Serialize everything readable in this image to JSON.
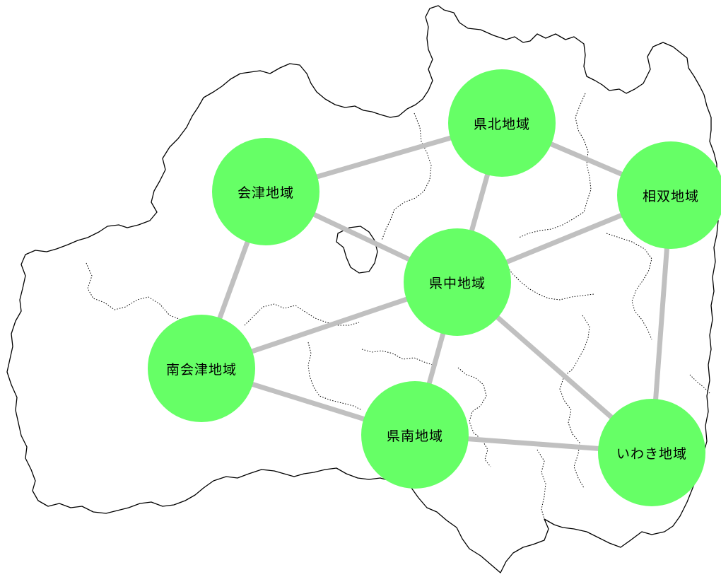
{
  "colors": {
    "node_fill": "#66ff66",
    "edge": "#c0c0c0",
    "outline": "#000000",
    "municipal_border": "#000000",
    "background": "#ffffff"
  },
  "regions": [
    {
      "id": "aizu",
      "label": "会津地域"
    },
    {
      "id": "kenpoku",
      "label": "県北地域"
    },
    {
      "id": "soso",
      "label": "相双地域"
    },
    {
      "id": "kenchu",
      "label": "県中地域"
    },
    {
      "id": "minamiaizu",
      "label": "南会津地域"
    },
    {
      "id": "kennan",
      "label": "県南地域"
    },
    {
      "id": "iwaki",
      "label": "いわき地域"
    }
  ],
  "connections": [
    [
      "aizu",
      "kenpoku"
    ],
    [
      "aizu",
      "kenchu"
    ],
    [
      "aizu",
      "minamiaizu"
    ],
    [
      "kenpoku",
      "kenchu"
    ],
    [
      "kenpoku",
      "soso"
    ],
    [
      "soso",
      "kenchu"
    ],
    [
      "soso",
      "iwaki"
    ],
    [
      "kenchu",
      "minamiaizu"
    ],
    [
      "kenchu",
      "kennan"
    ],
    [
      "kenchu",
      "iwaki"
    ],
    [
      "minamiaizu",
      "kennan"
    ],
    [
      "kennan",
      "iwaki"
    ]
  ]
}
